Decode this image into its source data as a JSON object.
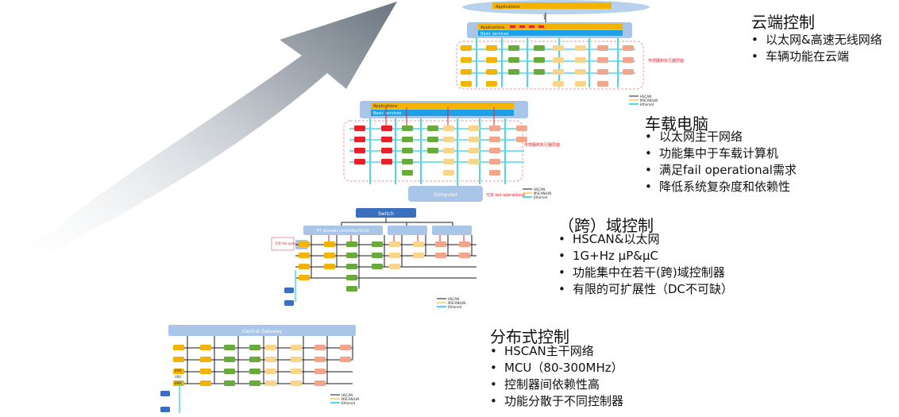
{
  "tiers": [
    {
      "id": "cloud",
      "title": "云端控制",
      "bullets": [
        "以太网&高速无线网络",
        "车辆功能在云端"
      ],
      "diagram": {
        "top_bar": "Applications",
        "app_bar": "Applications",
        "basic_bar": "Basic services",
        "side_note": "传感器和执行器层面",
        "legend": [
          "HSCAN",
          "MSCAN/LIN",
          "Ethernet"
        ]
      }
    },
    {
      "id": "vehicle-computer",
      "title": "车载电脑",
      "bullets": [
        "以太网主干网络",
        "功能集中于车载计算机",
        "满足fail operational需求",
        "降低系统复杂度和依赖性"
      ],
      "diagram": {
        "app_bar": "Applications",
        "basic_bar": "Basic services",
        "side_note": "传感器和执行器层面",
        "computer_label": "Computer",
        "redundancy_note": "冗余 fail-operational",
        "legend": [
          "HSCAN",
          "MSCAN/LIN",
          "Ethernet"
        ]
      }
    },
    {
      "id": "domain",
      "title": "（跨）域控制",
      "bullets": [
        "HSCAN&以太网",
        "1G+Hz µP&µC",
        "功能集中在若干(跨)域控制器",
        "有限的可扩展性（DC不可缺）"
      ],
      "diagram": {
        "switch_label": "Switch",
        "domain_label": "PT domain controller(VCU)",
        "left_note": "冗余 fail-operational",
        "legend": [
          "HSCAN",
          "MSCAN/LIN",
          "Ethernet"
        ]
      }
    },
    {
      "id": "distributed",
      "title": "分布式控制",
      "bullets": [
        "HSCAN主干网络",
        "MCU（80-300MHz）",
        "控制器间依赖性高",
        "功能分散于不同控制器"
      ],
      "diagram": {
        "gateway_label": "Central Gateway",
        "ecu_labels": [
          "EMS",
          "VBU",
          "BMS"
        ],
        "legend": [
          "HSCAN",
          "MSCAN/LIN",
          "Ethernet"
        ]
      }
    }
  ],
  "colors": {
    "arrow": "#6b7580",
    "ethernet": "#4fd8e8",
    "can": "#1a1a1a",
    "panel": "#a9c6e8",
    "yellow": "#f5b301",
    "green": "#6aaa3a",
    "peach": "#f9d58c",
    "salmon": "#f2a58a",
    "red": "#e8202a",
    "blue": "#3a6fbf",
    "app_bar": "#f5b301",
    "basic_bar": "#1ea0e8"
  }
}
